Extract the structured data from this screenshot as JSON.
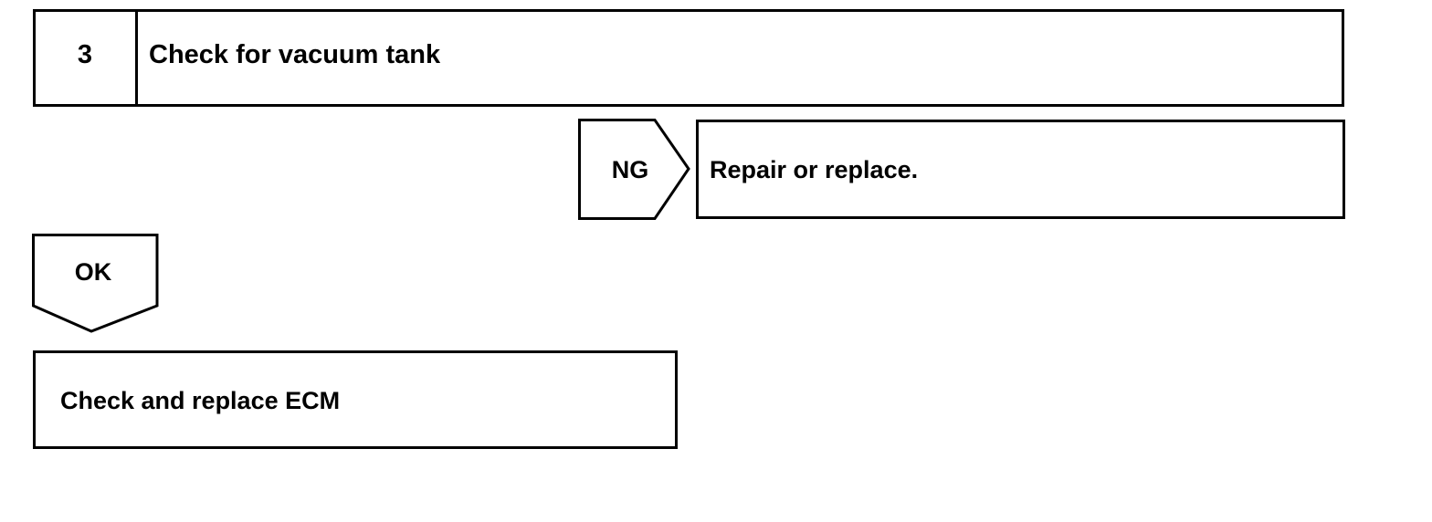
{
  "step": {
    "number": "3",
    "title": "Check for vacuum tank"
  },
  "ng_branch": {
    "label": "NG",
    "action": "Repair or replace."
  },
  "ok_branch": {
    "label": "OK",
    "action": "Check and replace ECM"
  },
  "colors": {
    "line": "#000000",
    "background": "#ffffff"
  }
}
